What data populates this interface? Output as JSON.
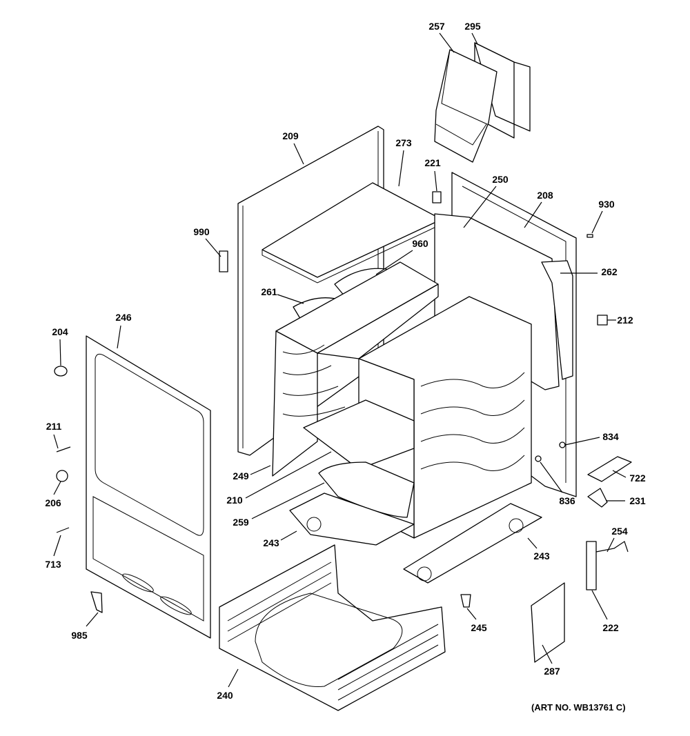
{
  "callouts": [
    "257",
    "295",
    "209",
    "273",
    "221",
    "250",
    "208",
    "930",
    "990",
    "960",
    "262",
    "261",
    "212",
    "246",
    "204",
    "211",
    "834",
    "722",
    "206",
    "249",
    "210",
    "836",
    "231",
    "259",
    "254",
    "243",
    "243",
    "713",
    "222",
    "245",
    "985",
    "287",
    "240"
  ],
  "art_number": "(ART NO. WB13761 C)"
}
